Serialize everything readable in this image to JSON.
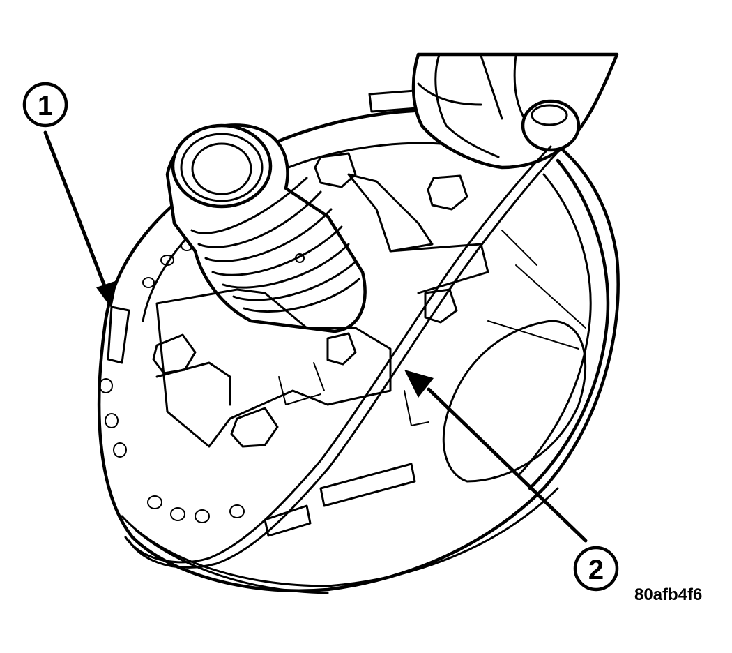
{
  "callouts": [
    {
      "label": "1"
    },
    {
      "label": "2"
    }
  ],
  "figure_code": "80afb4f6"
}
